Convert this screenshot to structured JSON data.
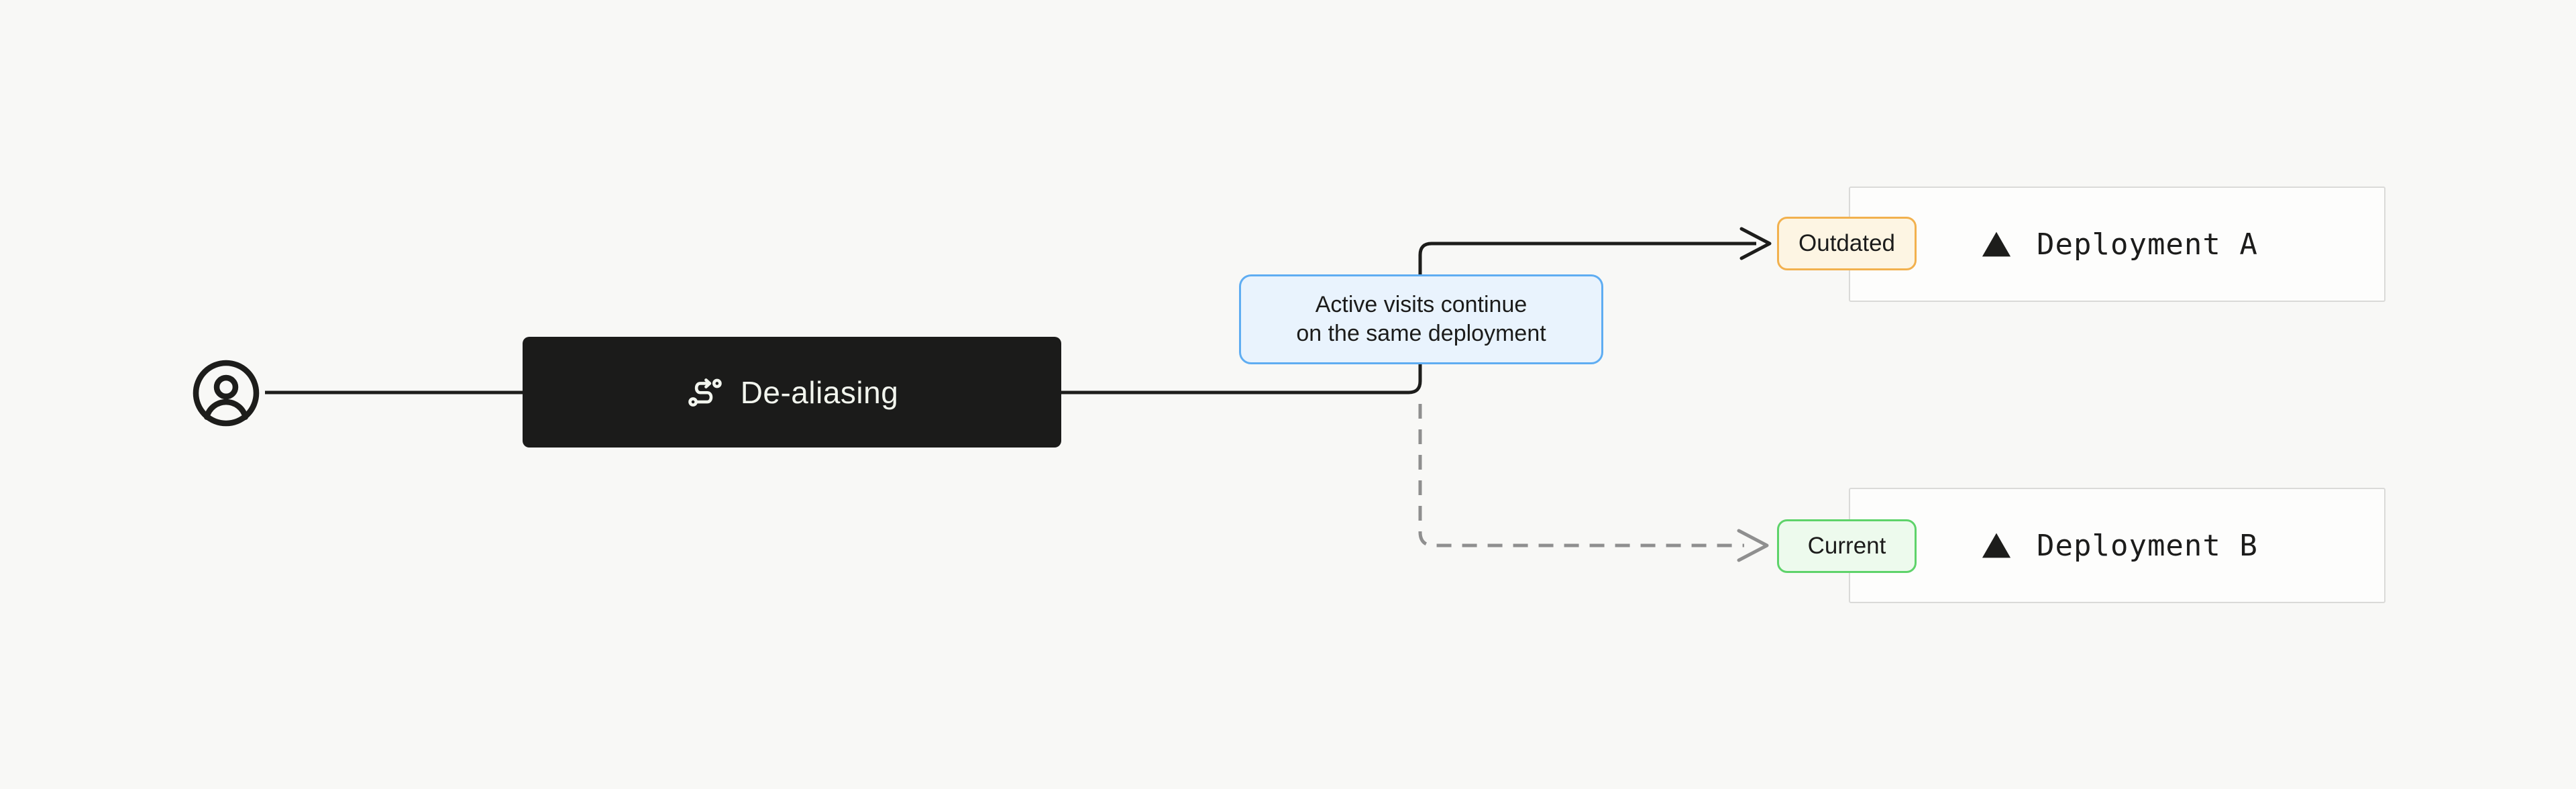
{
  "diagram": {
    "title": "de-aliasing-flow"
  },
  "colors": {
    "background": "#f8f8f6",
    "node-bg": "#1b1b1a",
    "node-text": "#f2f5ee",
    "line": "#1d1d1b",
    "dashed-line": "#8f8f8f",
    "tooltip-bg": "#e9f3fd",
    "tooltip-border": "#5fadf2",
    "outdated-bg": "#fdf5e3",
    "outdated-border": "#f2b14e",
    "current-bg": "#edfaed",
    "current-border": "#5ed36a",
    "card-bg": "#fdfdfc",
    "card-border": "#dadad8",
    "text": "#1c1c1b"
  },
  "user": {
    "icon": "circle-user-icon"
  },
  "dealiasing": {
    "label": "De-aliasing",
    "icon": "route-icon"
  },
  "tooltip": {
    "line1": "Active visits continue",
    "line2": "on the same deployment"
  },
  "deployments": [
    {
      "badge": "Outdated",
      "name": "Deployment A",
      "icon": "vercel-triangle-icon",
      "status": "outdated",
      "connector": "solid-arrow"
    },
    {
      "badge": "Current",
      "name": "Deployment B",
      "icon": "vercel-triangle-icon",
      "status": "current",
      "connector": "dashed-arrow"
    }
  ]
}
